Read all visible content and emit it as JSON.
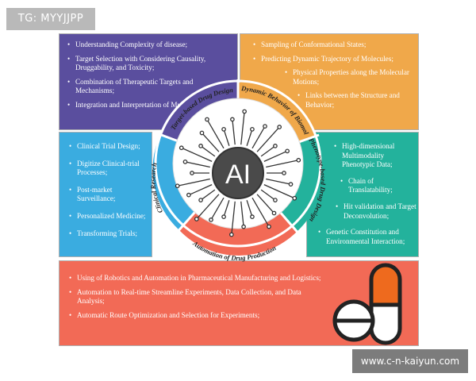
{
  "watermarks": {
    "top_left": "TG: MYYJJPP",
    "bottom_right": "www.c-n-kaiyun.com"
  },
  "center": {
    "label": "AI"
  },
  "segments": {
    "target_based": "Target-based Drug Design",
    "dynamic_behavior": "Dynamic Behavior of Biomolecules",
    "clinical_research": "Clinical Research",
    "phenotype_based": "Phenotype-based Drug Design",
    "automation": "Automation of Drug Production"
  },
  "panels": {
    "top_left": {
      "items": [
        "Understanding Complexity of disease;",
        "Target Selection with Considering Causality, Druggability, and Toxicity;",
        "Combination of Therapeutic Targets and Mechanisms;",
        "Integration and Interpretation of Multi-omics data;"
      ]
    },
    "top_right": {
      "items": [
        "Sampling of Conformational States;",
        "Predicting Dynamic Trajectory of Molecules;",
        "Physical Properties along the Molecular Motions;",
        "Links between the Structure and Behavior;"
      ]
    },
    "middle_left": {
      "items": [
        "Clinical Trial Design;",
        "Digitize Clinical-trial Processes;",
        "Post-market Surveillance;",
        "Personalized Medicine;",
        "Transforming Trials;"
      ]
    },
    "middle_right": {
      "items": [
        "High-dimensional Multimodality Phenotypic Data;",
        "Chain of Translatability;",
        "Hit validation and Target Deconvolution;",
        "Genetic Constitution and Environmental Interaction;"
      ]
    },
    "bottom": {
      "items": [
        "Using of Robotics and Automation in Pharmaceutical Manufacturing and Logistics;",
        "Automation to Real-time Streamline Experiments, Data Collection, and Data Analysis;",
        "Automatic Route Optimization and Selection for Experiments;"
      ]
    }
  },
  "icons": {
    "pill": "capsule-pill-icon",
    "chip": "circuit-chip-icon"
  },
  "colors": {
    "purple": "#5a4e9e",
    "orange": "#f0a84a",
    "blue": "#3aace0",
    "teal": "#23b29c",
    "red": "#f26a56",
    "pill_orange": "#ee6a1e",
    "dark": "#222222"
  }
}
